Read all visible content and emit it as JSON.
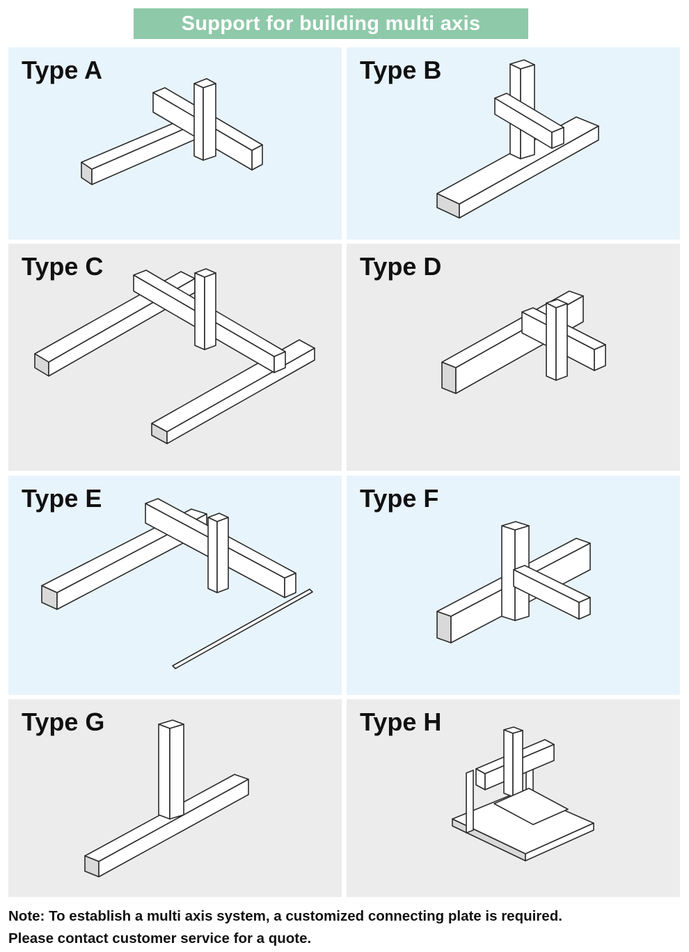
{
  "header": {
    "title": "Support for building multi axis"
  },
  "types": [
    {
      "label": "Type A"
    },
    {
      "label": "Type B"
    },
    {
      "label": "Type C"
    },
    {
      "label": "Type D"
    },
    {
      "label": "Type E"
    },
    {
      "label": "Type F"
    },
    {
      "label": "Type G"
    },
    {
      "label": "Type H"
    }
  ],
  "note": {
    "line1": "Note: To establish a multi axis system, a customized connecting plate is required.",
    "line2": "Please contact customer service for a quote."
  },
  "colors": {
    "header_bg": "#8ec9a9",
    "panel_blue": "#e8f4fc",
    "panel_gray": "#ececec"
  }
}
